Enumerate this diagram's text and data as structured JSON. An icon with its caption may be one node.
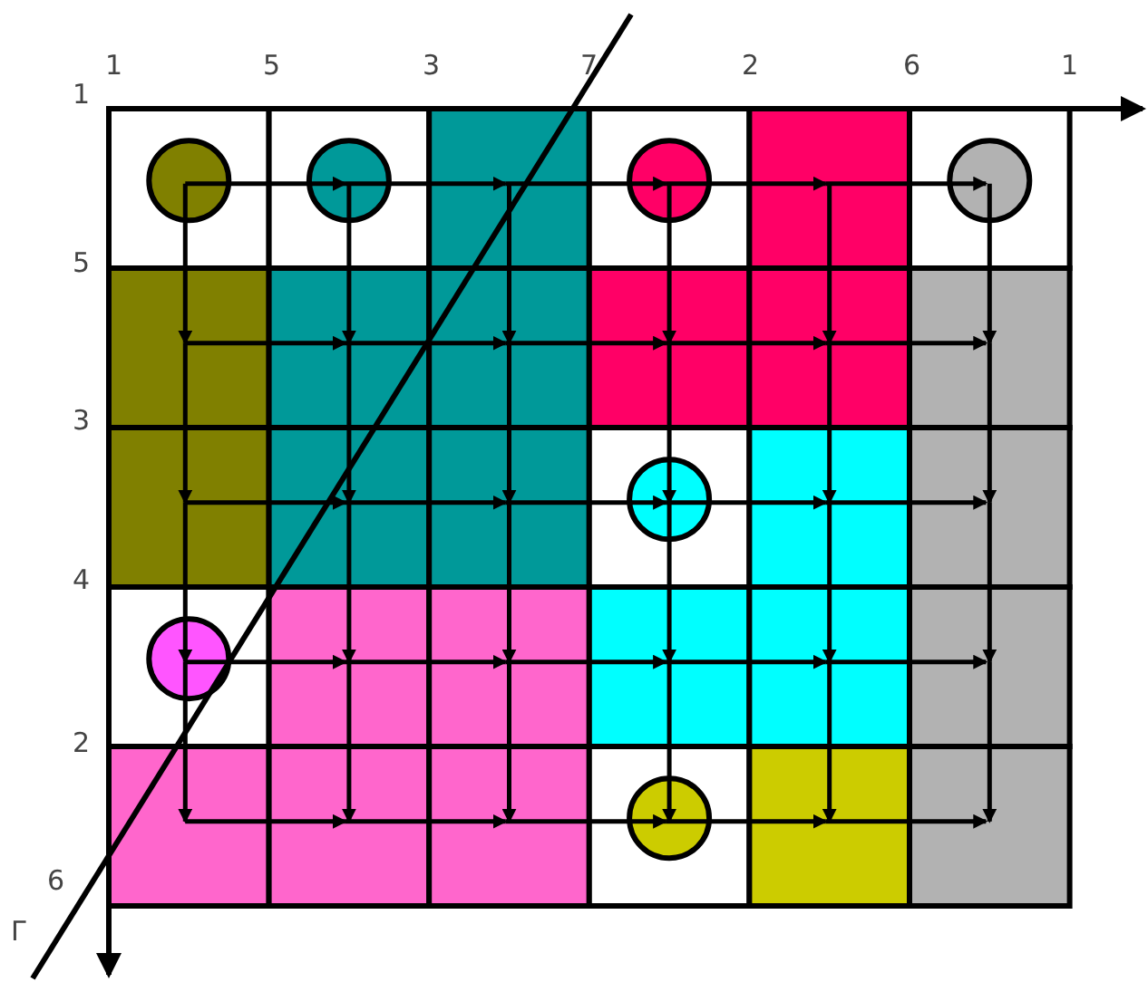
{
  "diagram": {
    "labels": [
      "1",
      "5",
      "3",
      "7",
      "2",
      "6",
      "1",
      "1",
      "5",
      "3",
      "4",
      "2",
      "6",
      "Γ"
    ]
  }
}
